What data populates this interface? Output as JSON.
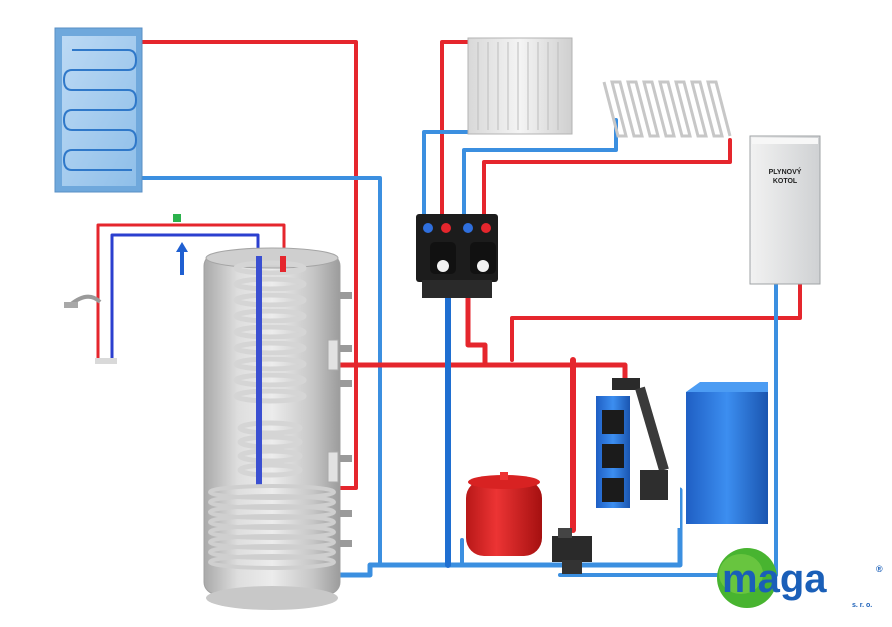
{
  "diagram": {
    "gas_boiler": {
      "line1": "PLYNOVÝ",
      "line2": "KOTOL"
    },
    "logo": {
      "text": "maga",
      "subtext": "s. r. o.",
      "registered": "®"
    }
  },
  "colors": {
    "hot_pipe": "#e5262d",
    "cold_pipe": "#3b8fe0",
    "dhw_cold_pipe": "#2b3fcf",
    "tank_steel": "#c9c9c9",
    "tank_coil": "#d0d0d0",
    "expansion_vessel": "#e02020",
    "solid_fuel_boiler": "#2a6fd6",
    "pellet_hopper": "#2d7fe0",
    "gas_boiler_body": "#e6e7e8",
    "pump_group": "#1c1c1c",
    "logo_green": "#48b430",
    "logo_blue": "#1a5fb8"
  }
}
